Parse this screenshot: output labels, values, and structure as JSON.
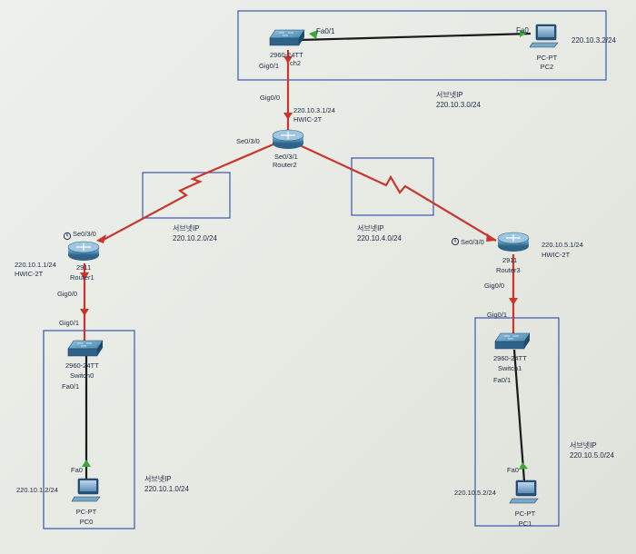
{
  "devices": {
    "switch2": {
      "model": "2960-24TT",
      "name": "ch2",
      "port_uplink": "Gig0/1",
      "port_pc": "Fa0/1"
    },
    "pc2": {
      "port": "Fa0",
      "type": "PC-PT",
      "name": "PC2",
      "ip": "220.10.3.2/24"
    },
    "router2": {
      "port_gig": "Gig0/0",
      "ip": "220.10.3.1/24",
      "module": "HWIC-2T",
      "port_left": "Se0/3/0",
      "port_right": "Se0/3/1",
      "name": "Router2"
    },
    "router1": {
      "port_serial": "Se0/3/0",
      "ip": "220.10.1.1/24",
      "module": "HWIC-2T",
      "model": "2911",
      "name": "Router1",
      "port_gig": "Gig0/0"
    },
    "switch0": {
      "port_uplink": "Gig0/1",
      "model": "2960-24TT",
      "name": "Switch0",
      "port_pc": "Fa0/1"
    },
    "pc0": {
      "port": "Fa0",
      "ip": "220.10.1.2/24",
      "type": "PC-PT",
      "name": "PC0"
    },
    "router3": {
      "port_serial": "Se0/3/0",
      "ip": "220.10.5.1/24",
      "module": "HWIC-2T",
      "model": "2911",
      "name": "Router3",
      "port_gig": "Gig0/0"
    },
    "switch1": {
      "port_uplink": "Gig0/1",
      "model": "2960-24TT",
      "name": "Switch1",
      "port_pc": "Fa0/1"
    },
    "pc1": {
      "port": "Fa0",
      "ip": "220.10.5.2/24",
      "type": "PC-PT",
      "name": "PC1"
    }
  },
  "networks": {
    "n3": {
      "title": "서브넷IP",
      "ip": "220.10.3.0/24"
    },
    "n2": {
      "title": "서브넷IP",
      "ip": "220.10.2.0/24"
    },
    "n4": {
      "title": "서브넷IP",
      "ip": "220.10.4.0/24"
    },
    "n1": {
      "title": "서브넷IP",
      "ip": "220.10.1.0/24"
    },
    "n5": {
      "title": "서브넷IP",
      "ip": "220.10.5.0/24"
    }
  },
  "colors": {
    "serial_link": "#c8372c",
    "ethernet_link": "#1a1a1a",
    "area_border": "#3a55b0",
    "device_blue": "#4d8fb8",
    "device_dark": "#1f4a68",
    "port_up": "#3aa63a",
    "port_pending": "#d9822b"
  },
  "icons": {
    "router": "router-icon",
    "switch": "switch-icon",
    "pc": "pc-icon",
    "power_cycle": "power-cycle-icon"
  }
}
